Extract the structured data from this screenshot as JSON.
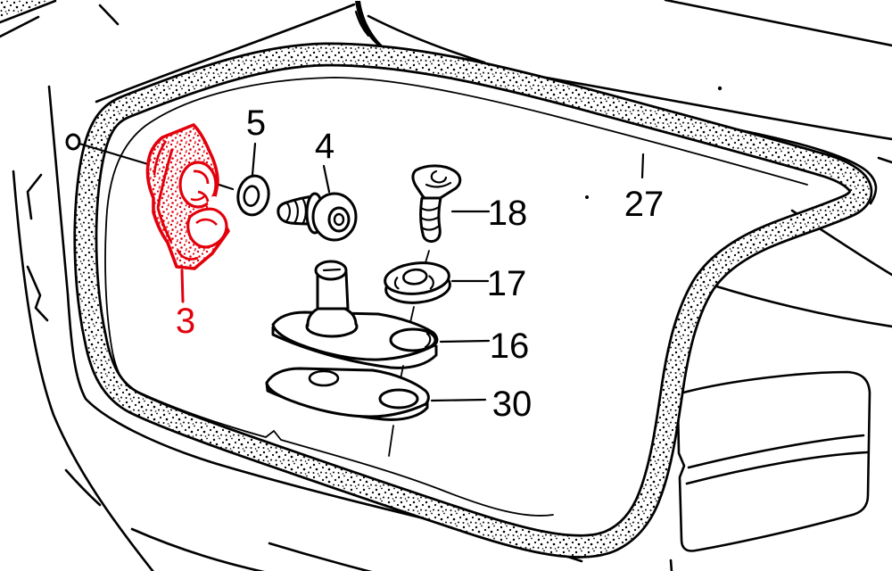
{
  "diagram": {
    "title": "rear-lid-seal-parts-diagram",
    "background": "#ffffff",
    "line_color": "#000000",
    "highlight_color": "#e2000b",
    "callouts": {
      "c3": {
        "text": "3",
        "highlighted": true
      },
      "c4": {
        "text": "4",
        "highlighted": false
      },
      "c5": {
        "text": "5",
        "highlighted": false
      },
      "c16": {
        "text": "16",
        "highlighted": false
      },
      "c17": {
        "text": "17",
        "highlighted": false
      },
      "c18": {
        "text": "18",
        "highlighted": false
      },
      "c27": {
        "text": "27",
        "highlighted": false
      },
      "c30": {
        "text": "30",
        "highlighted": false
      }
    }
  }
}
